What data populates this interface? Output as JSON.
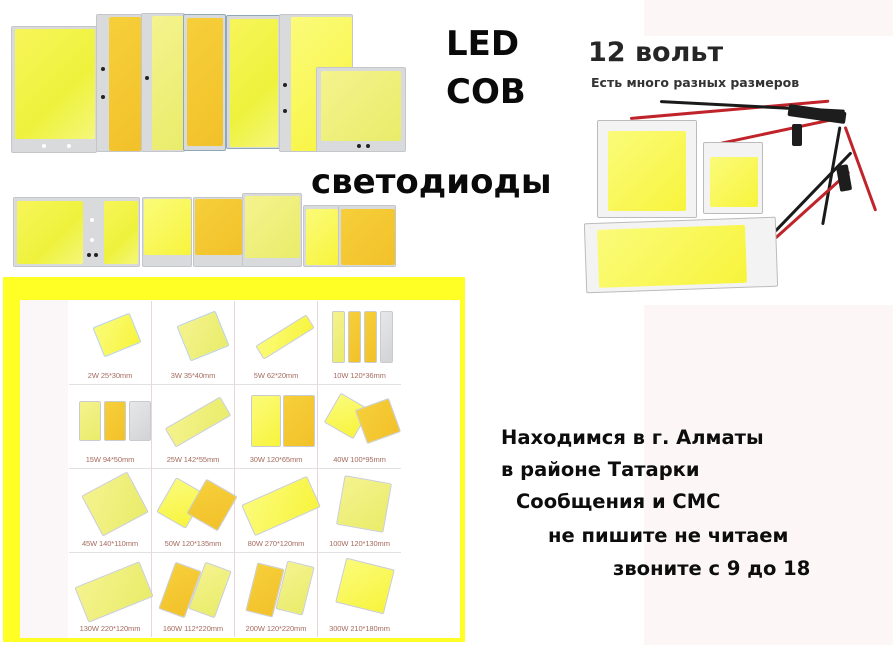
{
  "headline": {
    "line1": "LED",
    "line2": "COB",
    "line3": "светодиоды"
  },
  "voltage_block": {
    "title": "12 вольт",
    "subtitle": "Есть много разных размеров"
  },
  "colors": {
    "frame_yellow": "#ffff26",
    "label_color": "#a56b5f",
    "text_black": "#0d0d0d",
    "wire_red": "#c0242a",
    "pink_background": "#fcf6f7"
  },
  "product_grid": {
    "items": [
      {
        "label": "2W 25*30mm"
      },
      {
        "label": "3W 35*40mm"
      },
      {
        "label": "5W 62*20mm"
      },
      {
        "label": "10W 120*36mm"
      },
      {
        "label": "15W 94*50mm"
      },
      {
        "label": "25W 142*55mm"
      },
      {
        "label": "30W  120*65mm"
      },
      {
        "label": "40W 100*95mm"
      },
      {
        "label": "45W 140*110mm"
      },
      {
        "label": "50W 120*135mm"
      },
      {
        "label": "80W 270*120mm"
      },
      {
        "label": "100W 120*130mm"
      },
      {
        "label": "130W 220*120mm"
      },
      {
        "label": "160W 112*220mm"
      },
      {
        "label": "200W 120*220mm"
      },
      {
        "label": "300W 210*180mm"
      }
    ]
  },
  "contact_info": {
    "line1": "Находимся в г. Алматы",
    "line2": "в районе Татарки",
    "line3": "Сообщения и СМС",
    "line4": "не пишите не читаем",
    "line5": "звоните с 9 до 18"
  }
}
